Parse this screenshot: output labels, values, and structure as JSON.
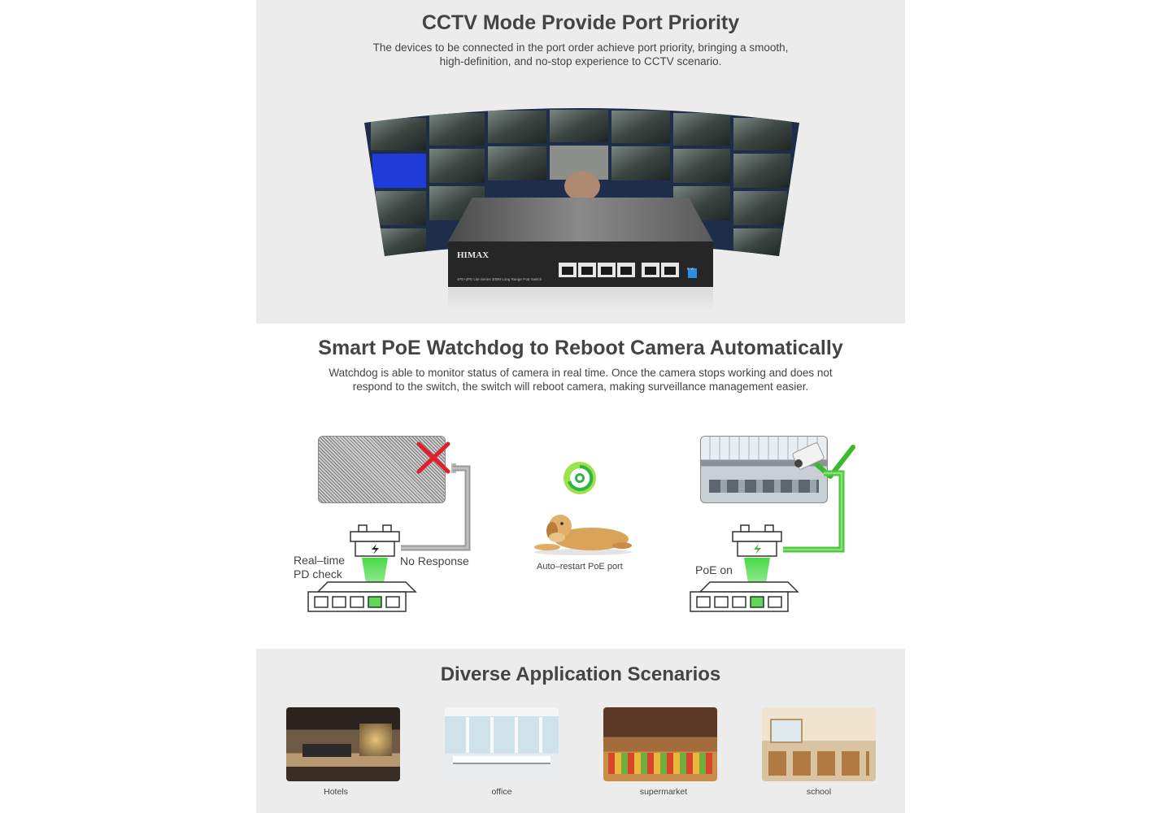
{
  "section_cctv": {
    "title": "CCTV Mode Provide Port Priority",
    "subtitle_line1": "The devices to be connected in the port order achieve port priority, bringing a smooth,",
    "subtitle_line2": "high-definition, and no-stop experience to CCTV scenario.",
    "switch_brand": "HIMAX",
    "switch_model_text": "4FE+2FE Lite Series 300M Long Range PoE Switch",
    "dip_label": "E W"
  },
  "section_watchdog": {
    "title": "Smart PoE Watchdog to Reboot Camera Automatically",
    "subtitle_line1": "Watchdog is able to monitor status of camera in real time. Once the camera stops working and does not",
    "subtitle_line2": "respond to the switch, the switch will reboot camera, making surveillance management easier.",
    "left_label_line1": "Real–time",
    "left_label_line2": "PD check",
    "no_response_label": "No Response",
    "center_label": "Auto–restart PoE port",
    "right_label": "PoE on",
    "colors": {
      "fail": "#e0212b",
      "ok": "#3bb82f",
      "cable_grey": "#9a9a9a",
      "cable_green": "#4cc83c"
    }
  },
  "section_scenarios": {
    "title": "Diverse Application Scenarios",
    "items": [
      {
        "label": "Hotels"
      },
      {
        "label": "office"
      },
      {
        "label": "supermarket"
      },
      {
        "label": "school"
      }
    ]
  }
}
